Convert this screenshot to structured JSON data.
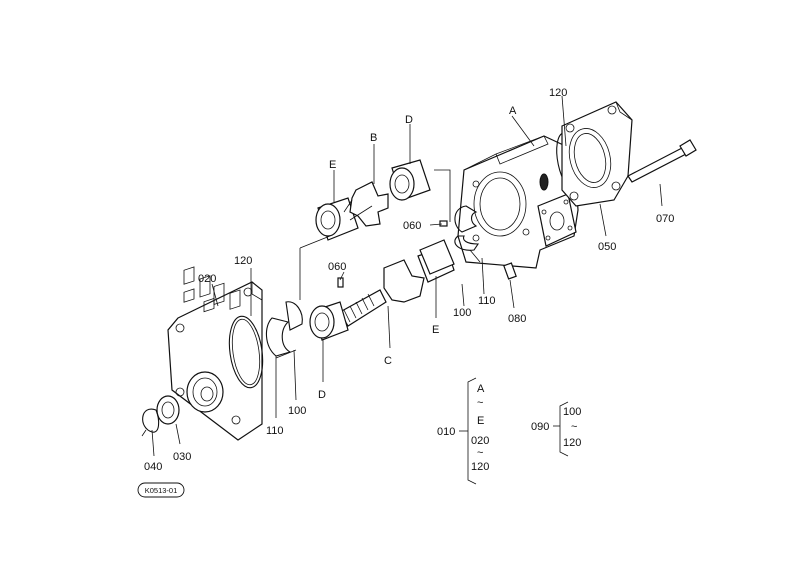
{
  "callouts": {
    "A": "A",
    "B": "B",
    "C": "C",
    "D_top": "D",
    "D_bottom": "D",
    "E_top": "E",
    "E_right": "E",
    "p010": "010",
    "p020": "020",
    "p030": "030",
    "p040": "040",
    "p050": "050",
    "p060_top": "060",
    "p060_left": "060",
    "p070": "070",
    "p080": "080",
    "p100_left": "100",
    "p100_right": "100",
    "p110_left": "110",
    "p110_right": "110",
    "p120_left": "120",
    "p120_top": "120"
  },
  "legend": {
    "set1": {
      "code": "010",
      "items": [
        "A",
        "~",
        "E",
        "020",
        "~",
        "120"
      ]
    },
    "set2": {
      "code": "090",
      "items": [
        "100",
        "~",
        "120"
      ]
    }
  },
  "drawing_code": "K0513-01"
}
